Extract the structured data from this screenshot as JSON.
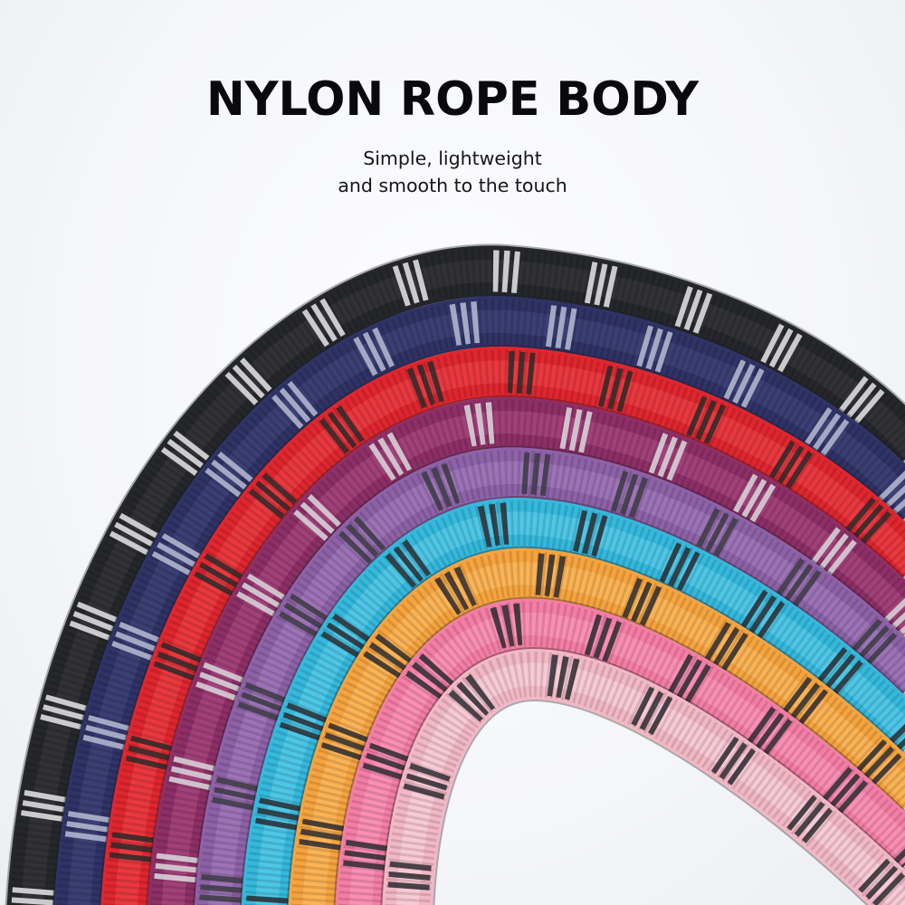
{
  "headline": "NYLON ROPE BODY",
  "subtitle": {
    "line1": "Simple, lightweight",
    "line2": "and smooth to the touch"
  },
  "ropes": [
    {
      "name": "black",
      "color": "#26272b",
      "highlight": "#3a3b40",
      "fleck": "#e8e8ea"
    },
    {
      "name": "navy",
      "color": "#2f3366",
      "highlight": "#46497e",
      "fleck": "#b9bcd2"
    },
    {
      "name": "red",
      "color": "#e0262f",
      "highlight": "#f2474c",
      "fleck": "#2a2a2a"
    },
    {
      "name": "plum",
      "color": "#8e2f68",
      "highlight": "#b24f87",
      "fleck": "#d9d9dd"
    },
    {
      "name": "purple",
      "color": "#8e62a8",
      "highlight": "#a981c2",
      "fleck": "#3b3b42"
    },
    {
      "name": "cyan",
      "color": "#35b9dd",
      "highlight": "#62d3ee",
      "fleck": "#2b2b30"
    },
    {
      "name": "orange",
      "color": "#f6a43f",
      "highlight": "#ffc067",
      "fleck": "#2b2b30"
    },
    {
      "name": "pink",
      "color": "#f47ea6",
      "highlight": "#ff9cbe",
      "fleck": "#2b2b30"
    },
    {
      "name": "light-pink",
      "color": "#f2b8c6",
      "highlight": "#fbd9e1",
      "fleck": "#2b2b30"
    }
  ]
}
